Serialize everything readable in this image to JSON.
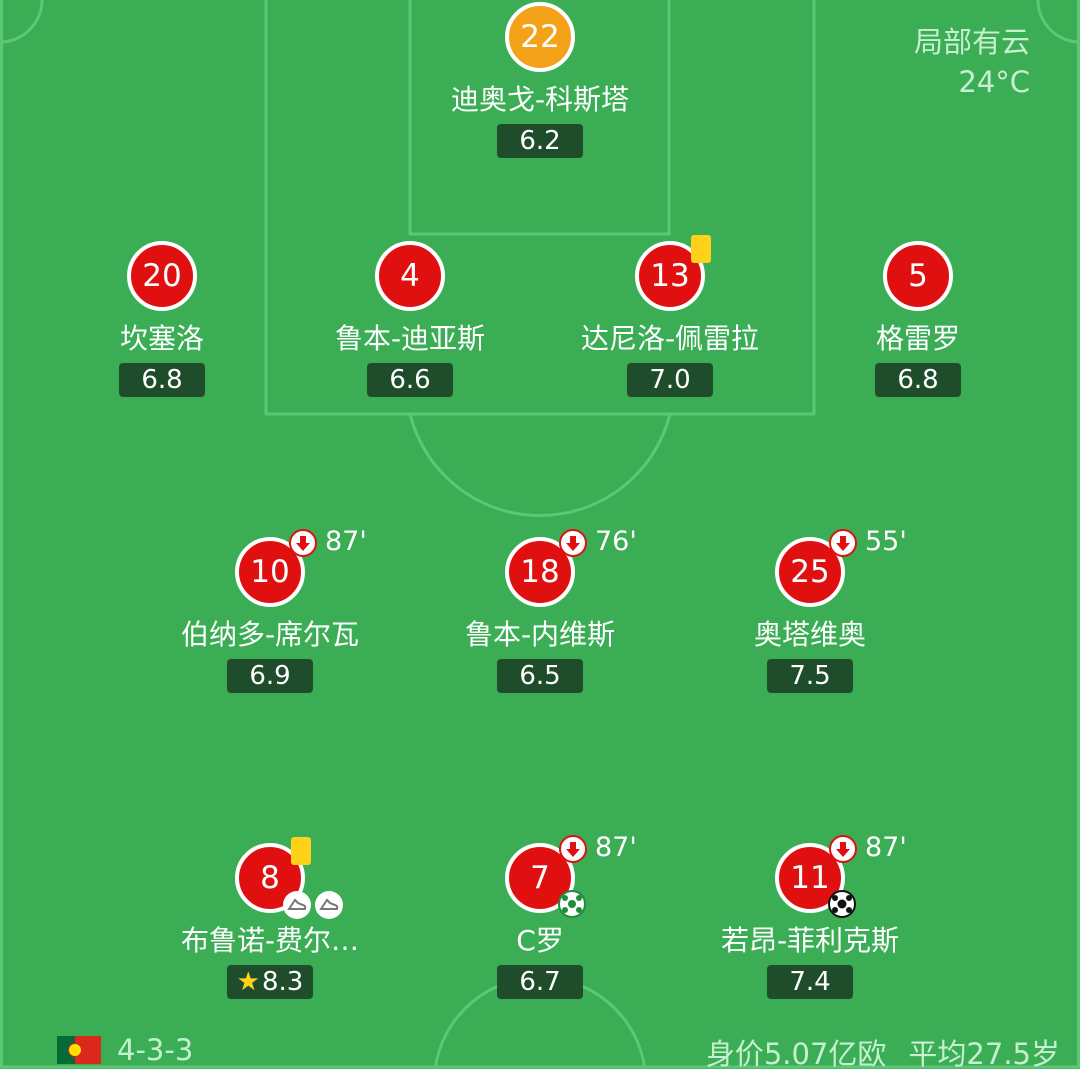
{
  "weather": {
    "condition": "局部有云",
    "temperature": "24°C"
  },
  "team": {
    "formation": "4-3-3",
    "market_value": "身价5.07亿欧",
    "average_age": "平均27.5岁",
    "flag_icon": "portugal-flag-icon"
  },
  "players": [
    {
      "number": "22",
      "name": "迪奥戈-科斯塔",
      "rating": "6.2",
      "keeper": true
    },
    {
      "number": "20",
      "name": "坎塞洛",
      "rating": "6.8"
    },
    {
      "number": "4",
      "name": "鲁本-迪亚斯",
      "rating": "6.6"
    },
    {
      "number": "13",
      "name": "达尼洛-佩雷拉",
      "rating": "7.0",
      "yellow_card": true
    },
    {
      "number": "5",
      "name": "格雷罗",
      "rating": "6.8"
    },
    {
      "number": "10",
      "name": "伯纳多-席尔瓦",
      "rating": "6.9",
      "sub_off": "87'"
    },
    {
      "number": "18",
      "name": "鲁本-内维斯",
      "rating": "6.5",
      "sub_off": "76'"
    },
    {
      "number": "25",
      "name": "奥塔维奥",
      "rating": "7.5",
      "sub_off": "55'"
    },
    {
      "number": "8",
      "name": "布鲁诺-费尔…",
      "rating": "8.3",
      "yellow_card": true,
      "assists": 2,
      "man_of_match": true
    },
    {
      "number": "7",
      "name": "C罗",
      "rating": "6.7",
      "sub_off": "87'",
      "goal_icon": "green-ball-icon"
    },
    {
      "number": "11",
      "name": "若昂-菲利克斯",
      "rating": "7.4",
      "sub_off": "87'",
      "goal_icon": "black-ball-icon"
    }
  ],
  "colors": {
    "pitch": "#3aad55",
    "player": "#e01010",
    "keeper": "#f5a21b",
    "rating_bg": "#1f4d2c",
    "yellow_card": "#ffd21a"
  }
}
